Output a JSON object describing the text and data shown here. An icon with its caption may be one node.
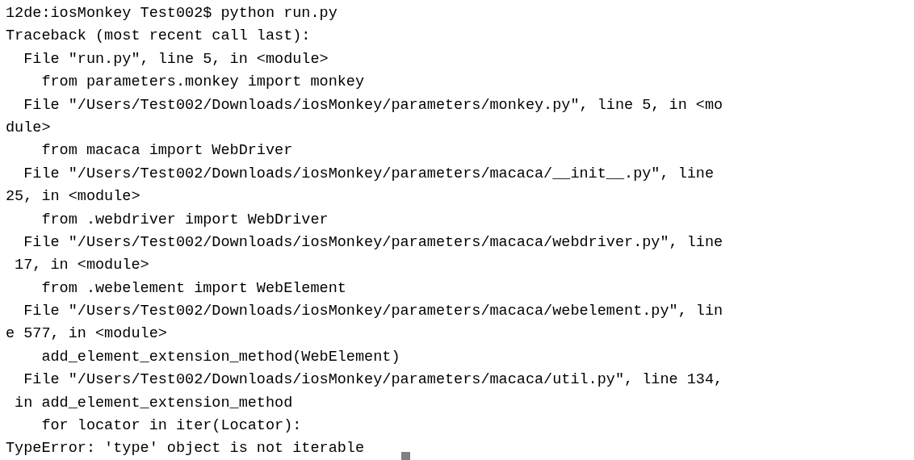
{
  "diagram": {
    "labels": [
      "12de:iosMonkey Test002$ python run.py",
      "Traceback (most recent call last):",
      "  File \"run.py\", line 5, in <module>",
      "    from parameters.monkey import monkey",
      "  File \"/Users/Test002/Downloads/iosMonkey/parameters/monkey.py\", line 5, in <mo",
      "dule>",
      "    from macaca import WebDriver",
      "  File \"/Users/Test002/Downloads/iosMonkey/parameters/macaca/__init__.py\", line",
      "25, in <module>",
      "    from .webdriver import WebDriver",
      "  File \"/Users/Test002/Downloads/iosMonkey/parameters/macaca/webdriver.py\", line",
      " 17, in <module>",
      "    from .webelement import WebElement",
      "  File \"/Users/Test002/Downloads/iosMonkey/parameters/macaca/webelement.py\", lin",
      "e 577, in <module>",
      "    add_element_extension_method(WebElement)",
      "  File \"/Users/Test002/Downloads/iosMonkey/parameters/macaca/util.py\", line 134,",
      " in add_element_extension_method",
      "    for locator in iter(Locator):",
      "TypeError: 'type' object is not iterable"
    ]
  }
}
